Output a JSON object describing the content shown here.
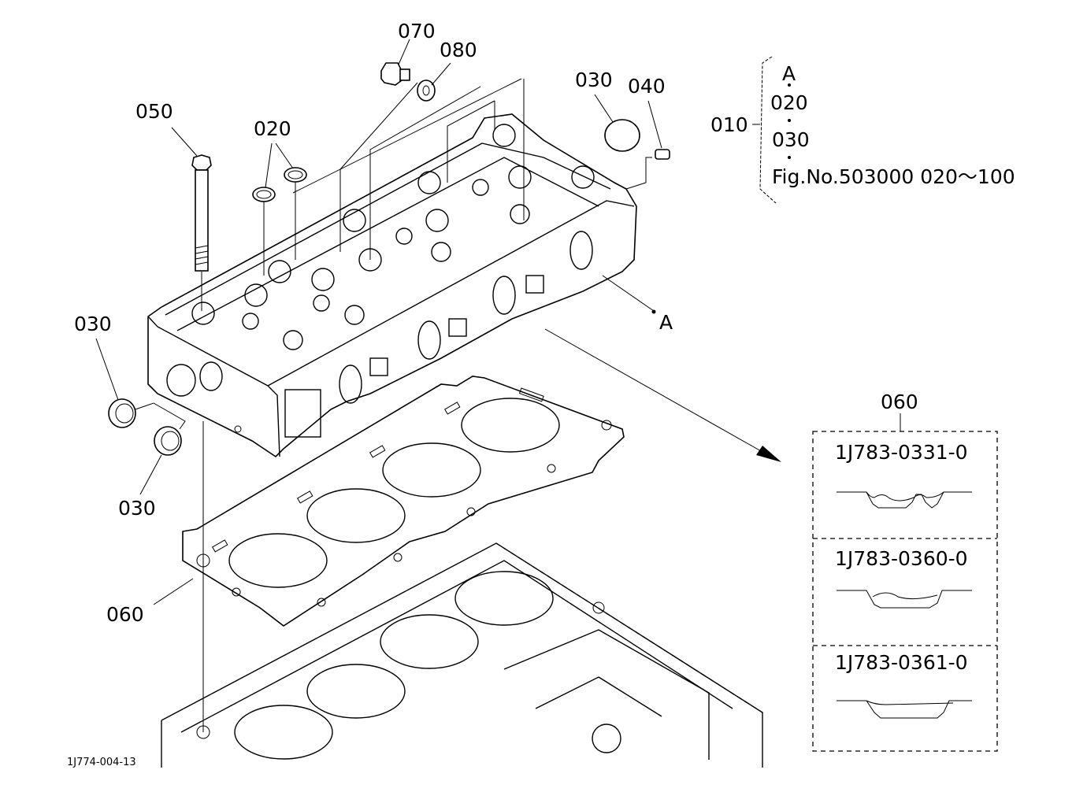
{
  "callouts": {
    "p070": "070",
    "p080": "080",
    "p030_top": "030",
    "p040": "040",
    "p050": "050",
    "p020": "020",
    "p030_left": "030",
    "p030_lower": "030",
    "p060_gasket": "060",
    "pointA": "A"
  },
  "assembly_note": {
    "parent": "010",
    "line1": "A",
    "line2": "020",
    "line3": "030",
    "line4": "Fig.No.503000  020～100"
  },
  "gasket_options": {
    "title": "060",
    "variants": [
      {
        "part_number": "1J783-0331-0"
      },
      {
        "part_number": "1J783-0360-0"
      },
      {
        "part_number": "1J783-0361-0"
      }
    ]
  },
  "drawing_id": "1J774-004-13"
}
